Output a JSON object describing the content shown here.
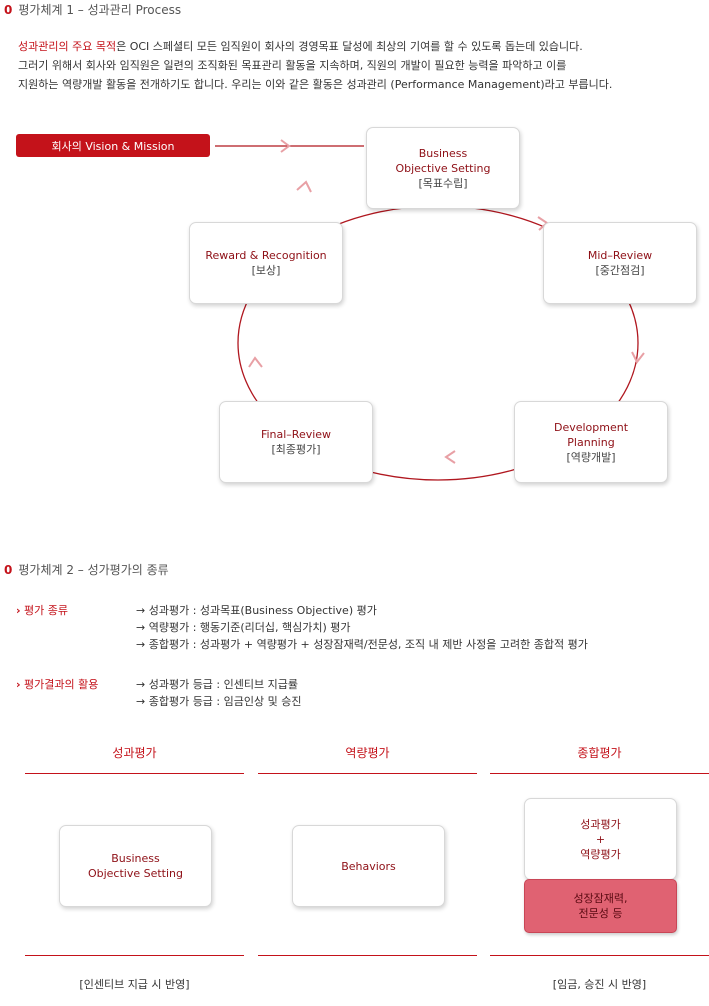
{
  "section1": {
    "marker": "0",
    "title": "평가체계 1 – 성과관리 Process"
  },
  "intro": {
    "highlight": "성과관리의 주요 목적",
    "line1_rest": "은  OCI 스페셜티 모든 임직원이 회사의 경영목표 달성에 최상의 기여를 할 수 있도록 돕는데 있습니다.",
    "line2": "그러기 위해서 회사와 임직원은 일련의 조직화된 목표관리 활동을 지속하며, 직원의 개발이 필요한 능력을 파악하고 이를",
    "line3": "지원하는 역량개발 활동을 전개하기도 합니다. 우리는 이와 같은 활동은 성과관리 (Performance Management)라고 부릅니다."
  },
  "vision": "회사의 Vision & Mission",
  "cycle": {
    "objective": {
      "line1": "Business",
      "line2": "Objective Setting",
      "sub": "[목표수립]"
    },
    "mid": {
      "line1": "Mid–Review",
      "sub": "[중간점검]"
    },
    "dev": {
      "line1": "Development",
      "line2": "Planning",
      "sub": "[역량개발]"
    },
    "final": {
      "line1": "Final–Review",
      "sub": "[최종평가]"
    },
    "reward": {
      "line1": "Reward & Recognition",
      "sub": "[보상]"
    }
  },
  "section2": {
    "marker": "0",
    "title": "평가체계 2 – 성가평가의 종류"
  },
  "types": {
    "label": "평가 종류",
    "items": [
      "→ 성과평가 : 성과목표(Business Objective) 평가",
      "→ 역량평가 : 행동기준(리더십, 핵심가치) 평가",
      "→ 종합평가 : 성과평가 + 역량평가 + 성장잠재력/전문성, 조직 내 제반 사정을 고려한 종합적 평가"
    ]
  },
  "usage": {
    "label": "평가결과의 활용",
    "items": [
      "→ 성과평가 등급 : 인센티브 지급률",
      "→ 종합평가 등급 : 임금인상 및 승진"
    ]
  },
  "columns": {
    "c1": {
      "head": "성과평가",
      "box_line1": "Business",
      "box_line2": "Objective Setting",
      "foot": "[인센티브 지급 시 반영]"
    },
    "c2": {
      "head": "역량평가",
      "box": "Behaviors"
    },
    "c3": {
      "head": "종합평가",
      "box_line1": "성과평가",
      "box_line2": "+",
      "box_line3": "역량평가",
      "red_line1": "성장잠재력,",
      "red_line2": "전문성 등",
      "foot": "[임금, 승진 시 반영]"
    }
  },
  "colors": {
    "accent": "#c4121a",
    "dark_red": "#8e0f16",
    "pink": "#e06272"
  }
}
